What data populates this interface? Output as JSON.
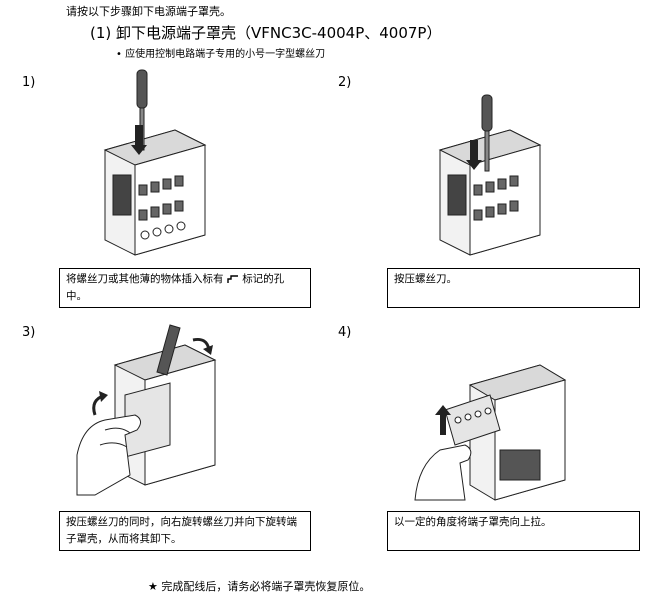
{
  "intro": "请按以下步骤卸下电源端子罩壳。",
  "section": {
    "title": "(1) 卸下电源端子罩壳（VFNC3C-4004P、4007P）",
    "bullet": "应使用控制电路端子专用的小号一字型螺丝刀"
  },
  "steps": [
    {
      "num": "1)",
      "caption_a": "将螺丝刀或其他薄的物体插入标有",
      "caption_b": "标记的孔中。"
    },
    {
      "num": "2)",
      "caption": "按压螺丝刀。"
    },
    {
      "num": "3)",
      "caption": "按压螺丝刀的同时，向右旋转螺丝刀并向下旋转端子罩壳，从而将其卸下。"
    },
    {
      "num": "4)",
      "caption": "以一定的角度将端子罩壳向上拉。"
    }
  ],
  "note": "★ 完成配线后，请务必将端子罩壳恢复原位。",
  "icons": {
    "bullet": "bullet-icon",
    "hole_mark": "hole-mark-icon"
  }
}
